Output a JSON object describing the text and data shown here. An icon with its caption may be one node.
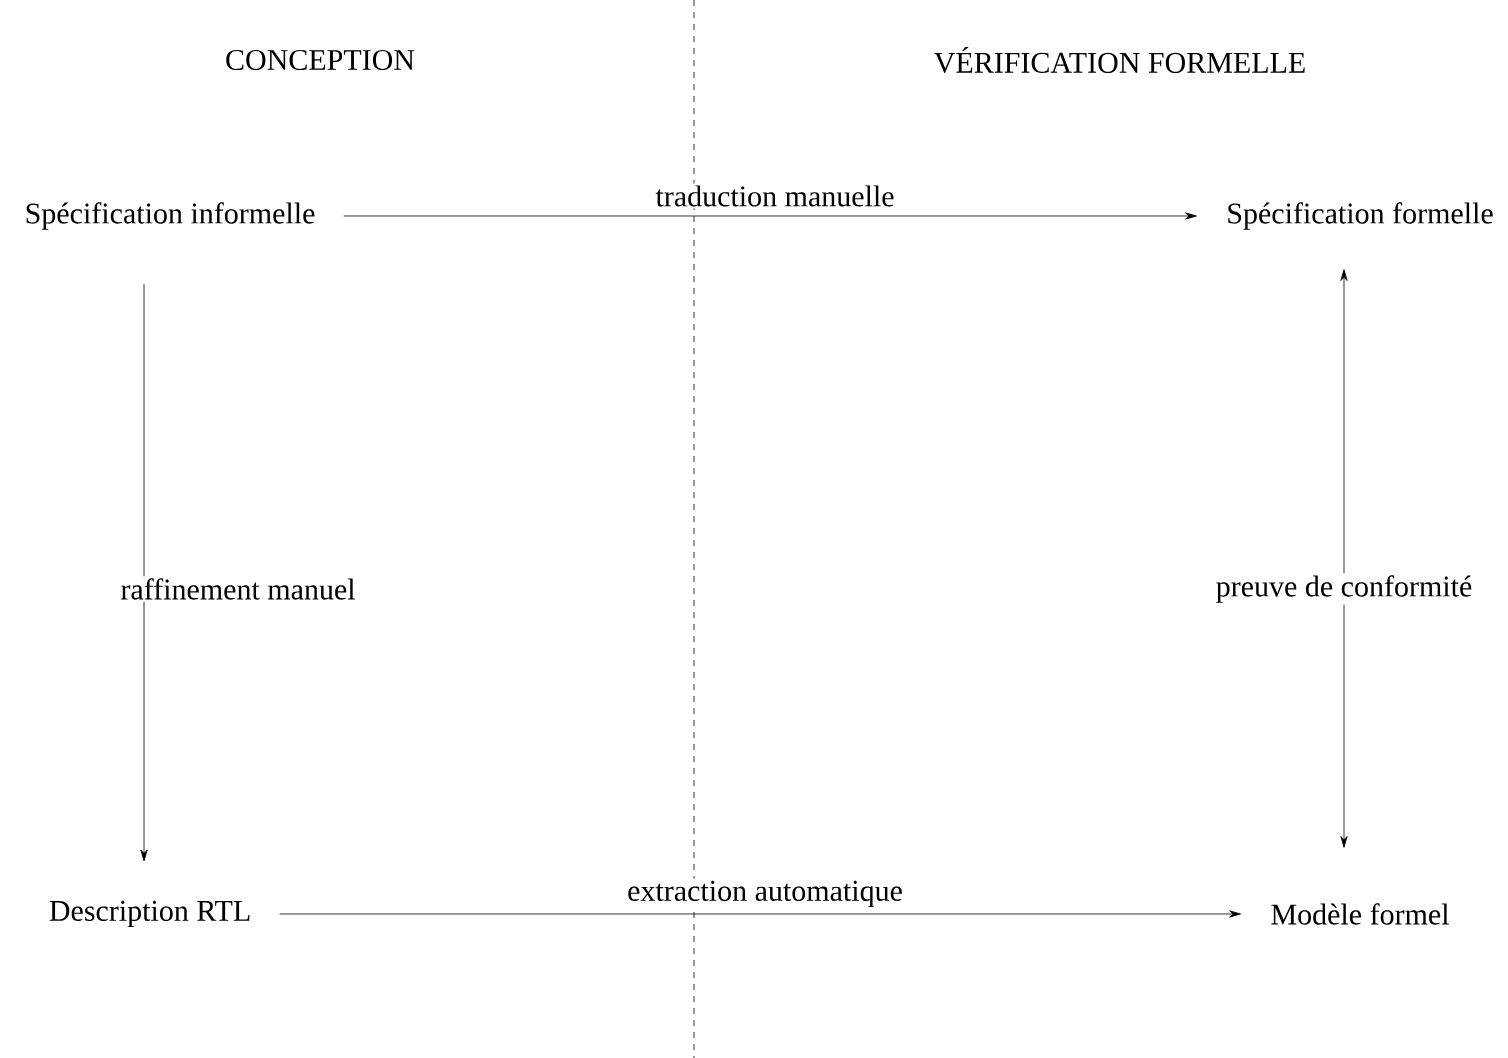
{
  "diagram": {
    "nodes": [
      {
        "text": [
          "Spécification informelle"
        ]
      },
      {
        "text": [
          "Spécification formelle"
        ]
      },
      {
        "text": [
          "Description RTL"
        ]
      },
      {
        "text": [
          "Modèle formel"
        ]
      }
    ],
    "edges": [
      {
        "from": 0,
        "to": 1,
        "arrow": "to",
        "label": "traduction manuelle"
      },
      {
        "from": 0,
        "to": 2,
        "arrow": "to",
        "label": "raffinement manuel"
      },
      {
        "from": 3,
        "to": 1,
        "arrow": "both",
        "label": "preuve de conformité"
      },
      {
        "from": 2,
        "to": 3,
        "arrow": "to",
        "label": "extraction automatique"
      }
    ],
    "labels": [
      "CONCEPTION",
      "VÉRIFICATION FORMELLE"
    ]
  }
}
